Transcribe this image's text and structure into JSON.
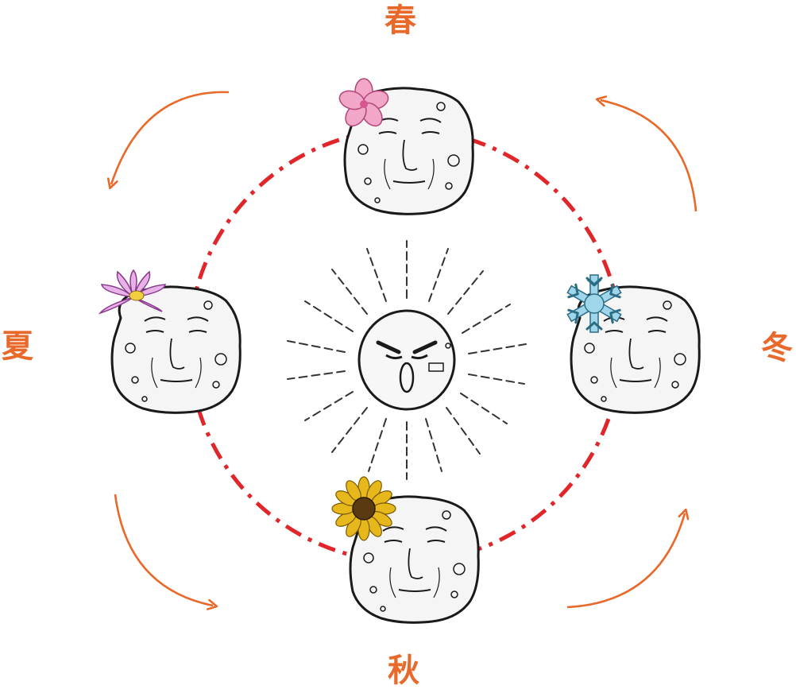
{
  "seasons": {
    "spring": {
      "label": "春",
      "decoration": "pink-flower-icon"
    },
    "summer": {
      "label": "夏",
      "decoration": "lotus-flower-icon"
    },
    "autumn": {
      "label": "秋",
      "decoration": "sunflower-icon"
    },
    "winter": {
      "label": "冬",
      "decoration": "snowflake-icon"
    }
  },
  "center": {
    "icon": "sun-face-icon"
  },
  "colors": {
    "label": "#e8692a",
    "arrow": "#e8692a",
    "orbit": "#e0262a",
    "moon_fill": "#f5f5f5",
    "moon_stroke": "#1a1a1a",
    "spring_flower": "#f2a6c8",
    "summer_lotus": "#c77bd0",
    "autumn_sunflower": "#e6b81c",
    "winter_snowflake": "#9fd6ea"
  }
}
